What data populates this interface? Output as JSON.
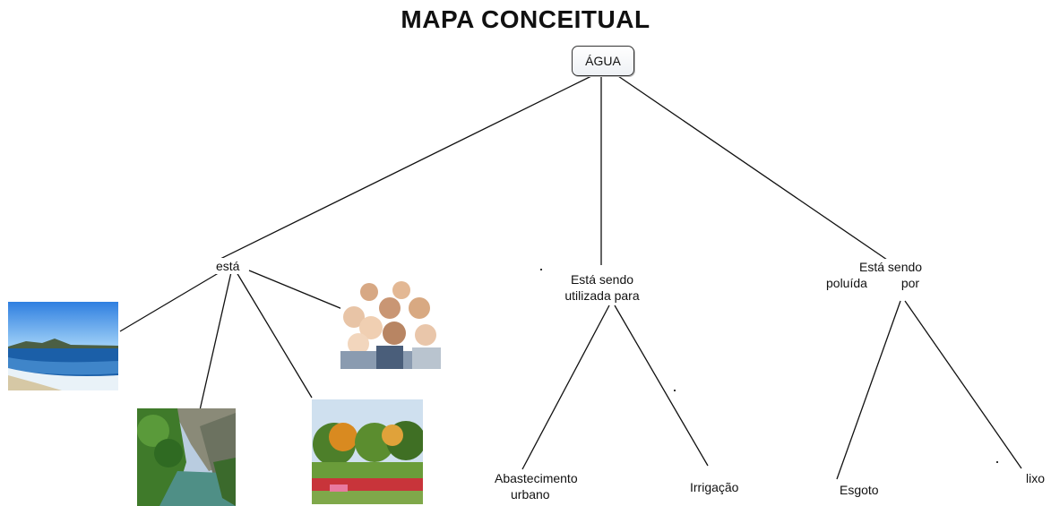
{
  "title": "MAPA CONCEITUAL",
  "root": "ÁGUA",
  "branches": {
    "esta": "está",
    "utilizada": {
      "line1": "Está sendo",
      "line2": "utilizada para"
    },
    "poluida": {
      "line1": "Está sendo",
      "line2a": "poluída",
      "line2b": "por"
    }
  },
  "leaves": {
    "abastecimento": {
      "line1": "Abastecimento",
      "line2": "urbano"
    },
    "irrigacao": "Irrigação",
    "esgoto": "Esgoto",
    "lixo": "lixo"
  },
  "images": [
    "beach-photo",
    "river-photo",
    "garden-photo",
    "people-photo"
  ]
}
